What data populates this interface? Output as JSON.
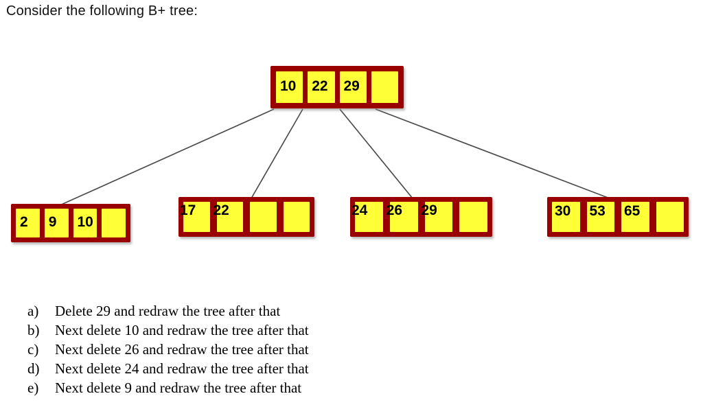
{
  "title": "Consider the following B+ tree:",
  "tree": {
    "root": {
      "cells": [
        "10",
        "22",
        "29",
        ""
      ]
    },
    "leaves": [
      {
        "cells": [
          "2",
          "9",
          "10",
          ""
        ]
      },
      {
        "cells": [
          "17",
          "22",
          "",
          ""
        ]
      },
      {
        "cells": [
          "24",
          "26",
          "29",
          ""
        ]
      },
      {
        "cells": [
          "30",
          "53",
          "65",
          ""
        ]
      }
    ]
  },
  "questions": [
    {
      "label": "a)",
      "text": "Delete 29 and redraw the tree after that"
    },
    {
      "label": "b)",
      "text": "Next delete 10 and redraw the tree after that"
    },
    {
      "label": "c)",
      "text": "Next delete 26 and redraw the tree after that"
    },
    {
      "label": "d)",
      "text": "Next delete 24 and redraw the tree after that"
    },
    {
      "label": "e)",
      "text": "Next delete 9 and redraw the tree after that"
    }
  ],
  "colors": {
    "node_frame": "#990000",
    "cell_fill": "#ffff38",
    "edge": "#4d4d4d",
    "text": "#000000"
  }
}
